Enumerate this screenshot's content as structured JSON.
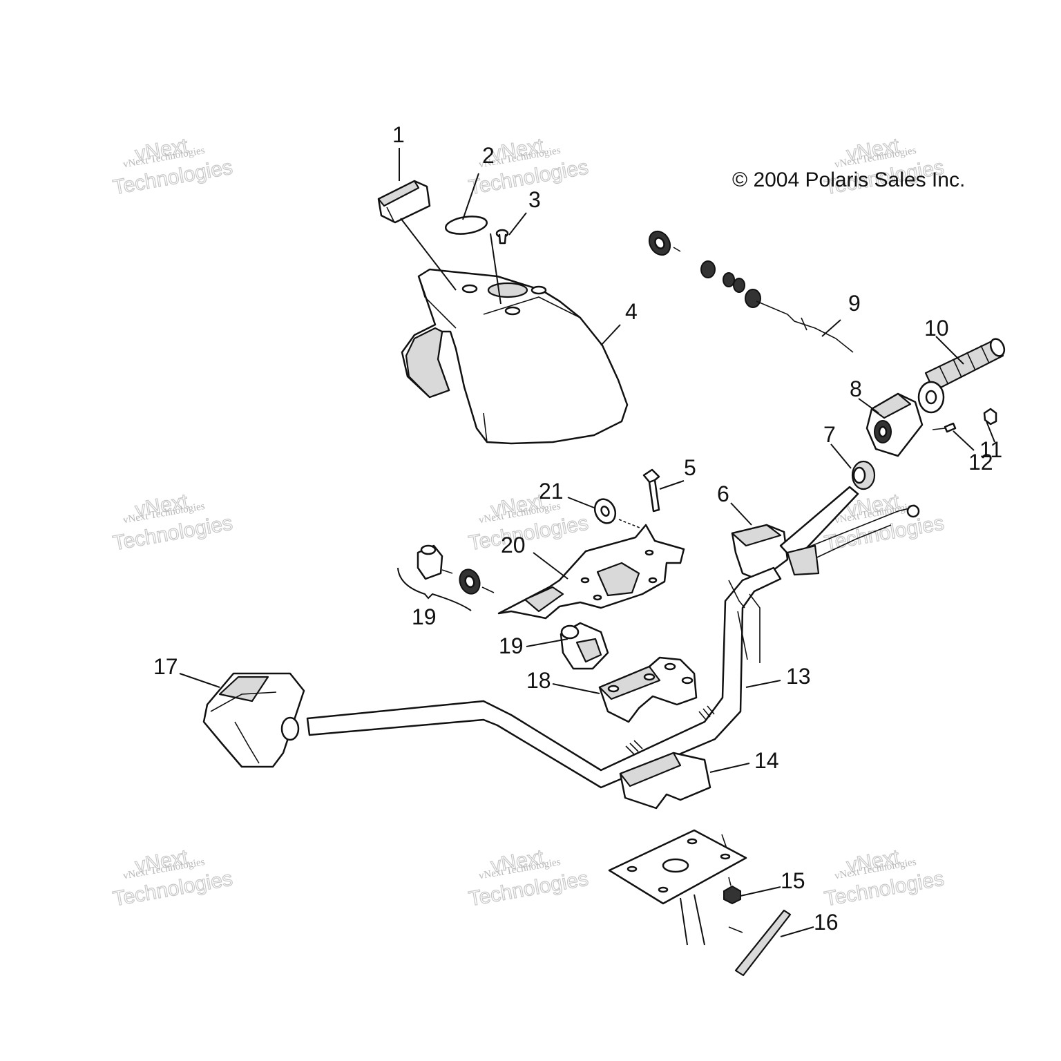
{
  "copyright": "© 2004 Polaris Sales Inc.",
  "watermark": {
    "line_small": "vNext Technologies",
    "line_big_1": "vNext",
    "line_big_2": "Technologies"
  },
  "callouts": {
    "c1": "1",
    "c2": "2",
    "c3": "3",
    "c4": "4",
    "c5": "5",
    "c6": "6",
    "c7": "7",
    "c8": "8",
    "c9": "9",
    "c10": "10",
    "c11": "11",
    "c12": "12",
    "c13": "13",
    "c14": "14",
    "c15": "15",
    "c16": "16",
    "c17": "17",
    "c18": "18",
    "c19a": "19",
    "c19b": "19",
    "c20": "20",
    "c21": "21"
  }
}
